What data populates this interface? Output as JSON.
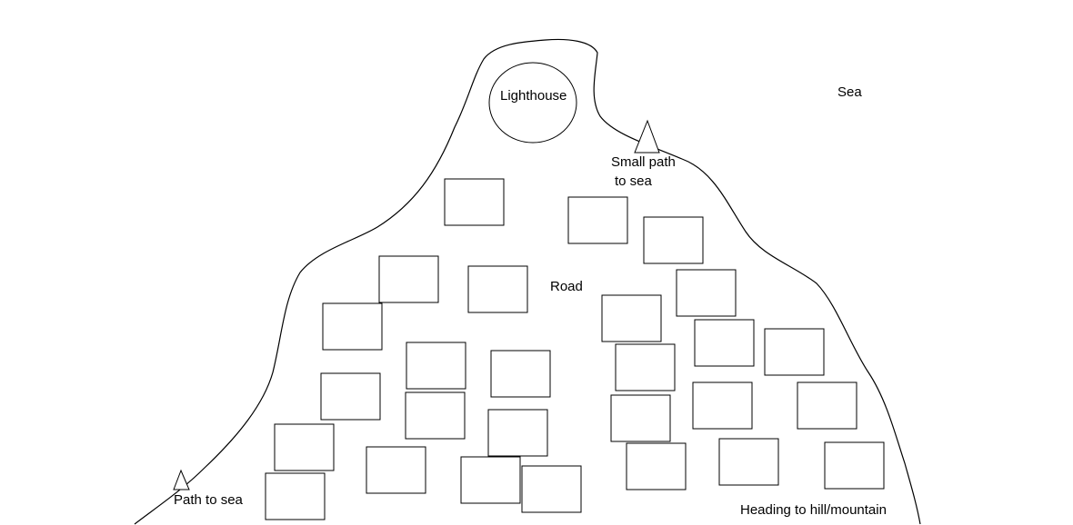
{
  "labels": {
    "lighthouse": "Lighthouse",
    "sea": "Sea",
    "small_path_line1": "Small path",
    "small_path_line2": "to sea",
    "road": "Road",
    "path_to_sea": "Path to sea",
    "heading": "Heading to hill/mountain"
  },
  "colors": {
    "stroke": "#000000",
    "background": "#ffffff"
  }
}
